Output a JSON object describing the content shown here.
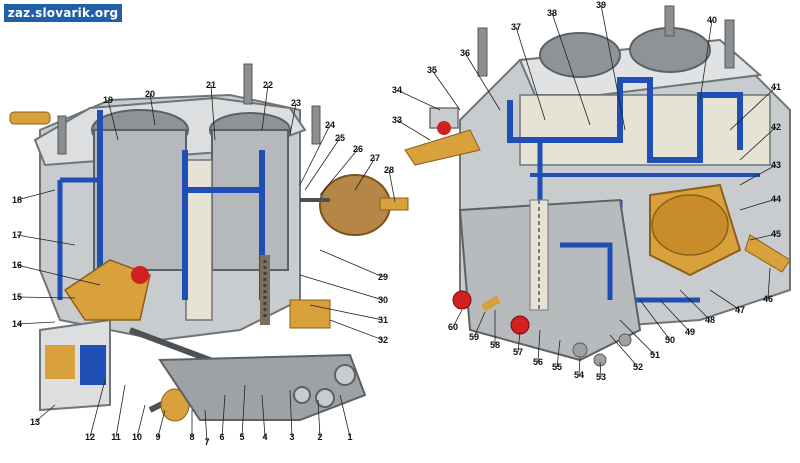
{
  "watermark": "zaz.slovarik.org",
  "colors": {
    "body": "#c9ccce",
    "metal_dark": "#6f7478",
    "channel": "#1f4fb5",
    "cut_face": "#e7e2d6",
    "brass": "#d9a13c",
    "red": "#d21f1f",
    "leader": "#222222"
  },
  "left_view": {
    "labels": [
      "1",
      "2",
      "3",
      "4",
      "5",
      "6",
      "7",
      "8",
      "9",
      "10",
      "11",
      "12",
      "13",
      "14",
      "15",
      "16",
      "17",
      "18",
      "19",
      "20",
      "21",
      "22",
      "23",
      "24",
      "25",
      "26",
      "27",
      "28",
      "29",
      "30",
      "31",
      "32"
    ]
  },
  "right_view": {
    "labels": [
      "33",
      "34",
      "35",
      "36",
      "37",
      "38",
      "39",
      "40",
      "41",
      "42",
      "43",
      "44",
      "45",
      "46",
      "47",
      "48",
      "49",
      "50",
      "51",
      "52",
      "53",
      "54",
      "55",
      "56",
      "57",
      "58",
      "59",
      "60"
    ]
  }
}
